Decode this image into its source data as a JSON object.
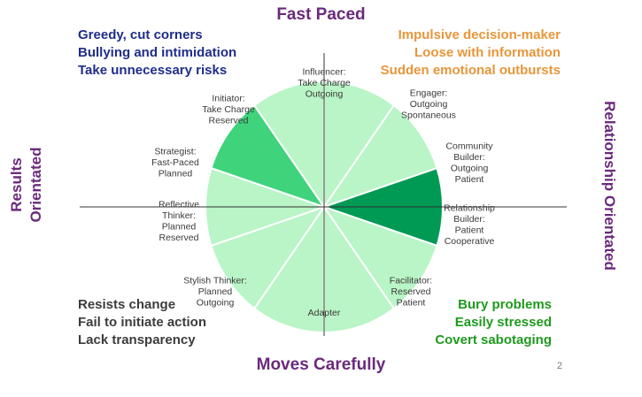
{
  "axes": {
    "top": "Fast Paced",
    "bottom": "Moves Carefully",
    "left_line1": "Results",
    "left_line2": "Orientated",
    "right": "Relationship Orientated"
  },
  "corners": {
    "top_left": [
      "Greedy, cut corners",
      "Bullying and intimidation",
      "Take unnecessary risks"
    ],
    "top_right": [
      "Impulsive decision-maker",
      "Loose with information",
      "Sudden emotional outbursts"
    ],
    "bottom_left": [
      "Resists change",
      "Fail to initiate action",
      "Lack transparency"
    ],
    "bottom_right": [
      "Bury problems",
      "Easily stressed",
      "Covert sabotaging"
    ]
  },
  "segments": [
    {
      "id": "influencer",
      "lines": [
        "Influencer:",
        "Take Charge",
        "Outgoing"
      ],
      "color": "#b9f5c6"
    },
    {
      "id": "engager",
      "lines": [
        "Engager:",
        "Outgoing",
        "Spontaneous"
      ],
      "color": "#b9f5c6"
    },
    {
      "id": "community-builder",
      "lines": [
        "Community",
        "Builder:",
        "Outgoing",
        "Patient"
      ],
      "color": "#009a55"
    },
    {
      "id": "relationship-builder",
      "lines": [
        "Relationship",
        "Builder:",
        "Patient",
        "Cooperative"
      ],
      "color": "#b9f5c6"
    },
    {
      "id": "facilitator",
      "lines": [
        "Facilitator:",
        "Reserved",
        "Patient"
      ],
      "color": "#b9f5c6"
    },
    {
      "id": "adapter",
      "lines": [
        "Adapter"
      ],
      "color": "#b9f5c6"
    },
    {
      "id": "stylish-thinker",
      "lines": [
        "Stylish Thinker:",
        "Planned",
        "Outgoing"
      ],
      "color": "#b9f5c6"
    },
    {
      "id": "reflective-thinker",
      "lines": [
        "Reflective",
        "Thinker:",
        "Planned",
        "Reserved"
      ],
      "color": "#b9f5c6"
    },
    {
      "id": "strategist",
      "lines": [
        "Strategist:",
        "Fast-Paced",
        "Planned"
      ],
      "color": "#3fd37c"
    },
    {
      "id": "initiator",
      "lines": [
        "Initiator:",
        "Take Charge",
        "Reserved"
      ],
      "color": "#b9f5c6"
    }
  ],
  "page_number": "2"
}
